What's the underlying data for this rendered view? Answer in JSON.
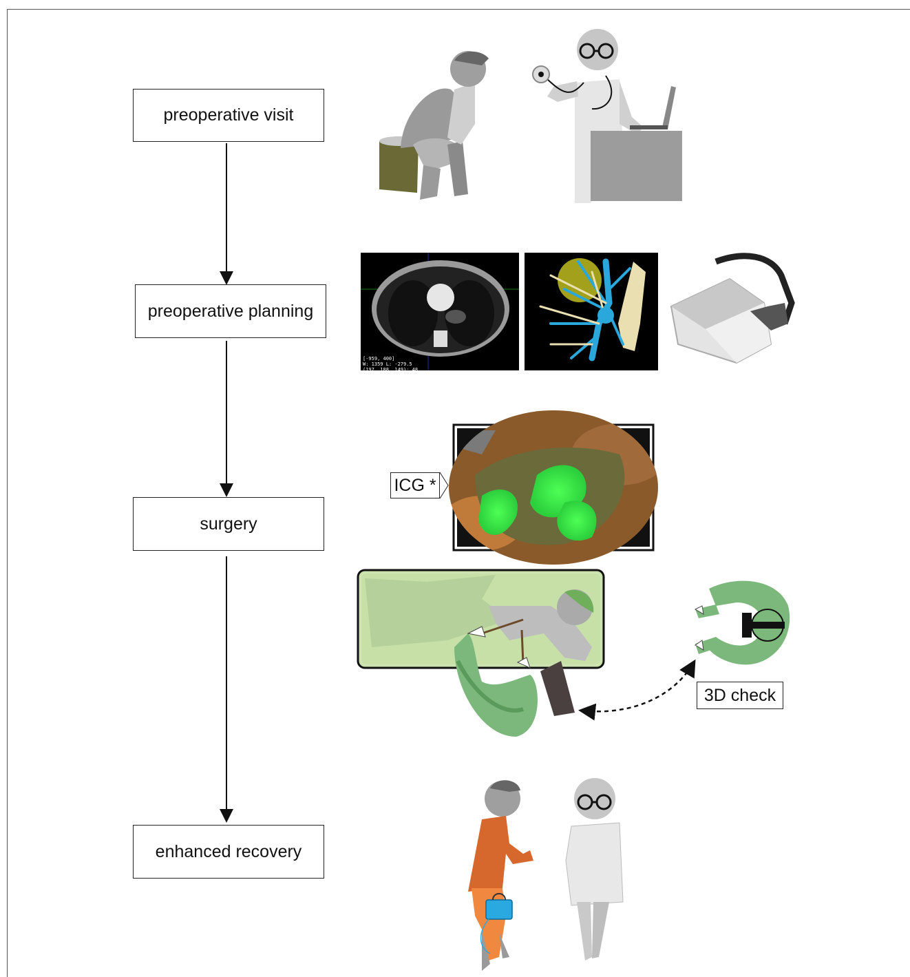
{
  "steps": [
    {
      "label": "preoperative visit"
    },
    {
      "label": "preoperative planning"
    },
    {
      "label": "surgery"
    },
    {
      "label": "enhanced recovery"
    }
  ],
  "tags": {
    "icg": "ICG *",
    "check3d": "3D check"
  },
  "ct_readout": {
    "line1": "[-959, 400]",
    "line2": "W: 1359 L: -279.5",
    "line3": "(197, 188, 149): 48"
  },
  "colors": {
    "box_border": "#222222",
    "arrow": "#111111",
    "figure_gray": "#b8b8b8",
    "gown_green": "#7cb87c",
    "icg_green": "#39e04a",
    "patient_orange": "#e06a2c",
    "bag_blue": "#29a9e0"
  }
}
